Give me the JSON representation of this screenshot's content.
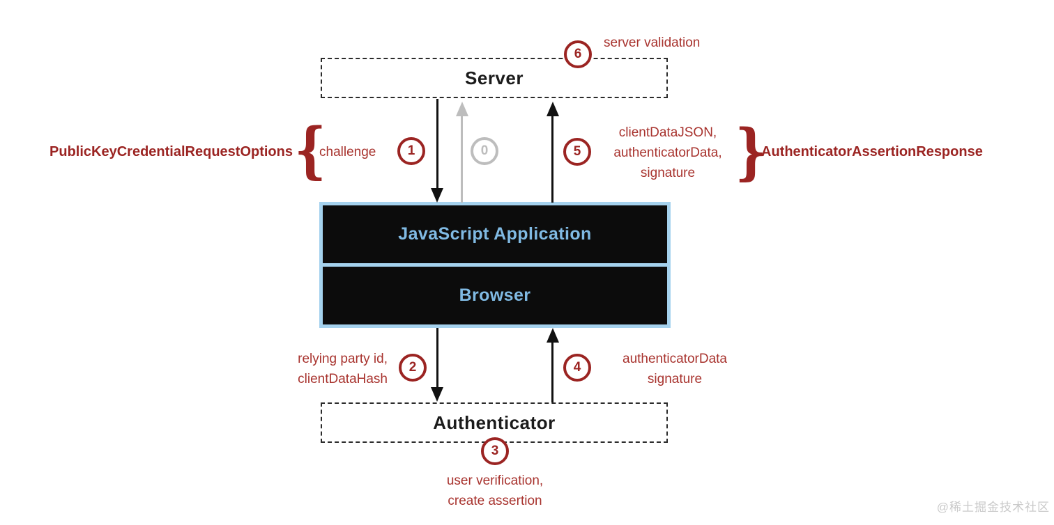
{
  "nodes": {
    "server": "Server",
    "js_application": "JavaScript Application",
    "browser": "Browser",
    "authenticator": "Authenticator"
  },
  "steps": {
    "s0": "0",
    "s1": "1",
    "s2": "2",
    "s3": "3",
    "s4": "4",
    "s5": "5",
    "s6": "6"
  },
  "left_struct": {
    "name": "PublicKeyCredentialRequestOptions",
    "brace": "{",
    "field": "challenge"
  },
  "right_struct": {
    "name": "AuthenticatorAssertionResponse",
    "brace": "}",
    "field_1": "clientDataJSON,",
    "field_2": "authenticatorData,",
    "field_3": "signature"
  },
  "labels": {
    "server_validation": "server validation",
    "relying_1": "relying party id,",
    "relying_2": "clientDataHash",
    "authdata_1": "authenticatorData",
    "authdata_2": "signature",
    "userver_1": "user verification,",
    "userver_2": "create assertion"
  },
  "watermark": "@稀土掘金技术社区",
  "colors": {
    "step_circle_red": "#9b2422",
    "label_red": "#a8332e",
    "inactive_gray": "#bdbdbd",
    "stack_border_blue": "#a5d2ee",
    "stack_text_blue": "#80bae3",
    "box_black": "#0c0c0c"
  }
}
